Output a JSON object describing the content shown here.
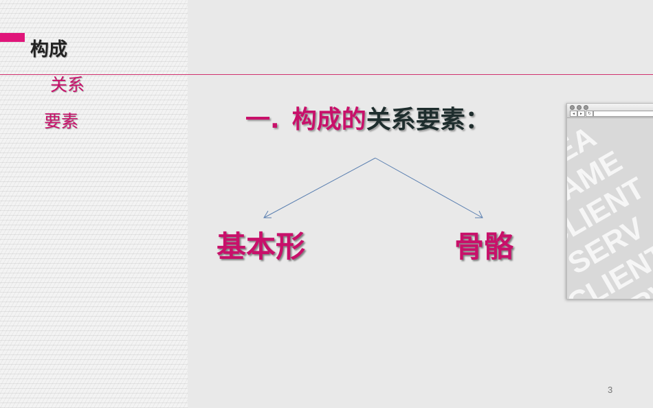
{
  "sidebar": {
    "title": "构成",
    "items": [
      {
        "label": "关系"
      },
      {
        "label": "要素"
      }
    ]
  },
  "heading": {
    "number": "一.",
    "part_pink": "构成的",
    "part_dark": "关系要素："
  },
  "diagram": {
    "left_node": "基本形",
    "right_node": "骨骼"
  },
  "window": {
    "watermark_words": [
      "AREA",
      "NAME",
      "CLIENT",
      "SERV"
    ]
  },
  "page_number": "3",
  "colors": {
    "accent": "#e0157a",
    "text_pink": "#c8106a",
    "text_dark": "#1e2d2d",
    "arrow": "#5a7fb0",
    "background": "#e9e9e9"
  }
}
